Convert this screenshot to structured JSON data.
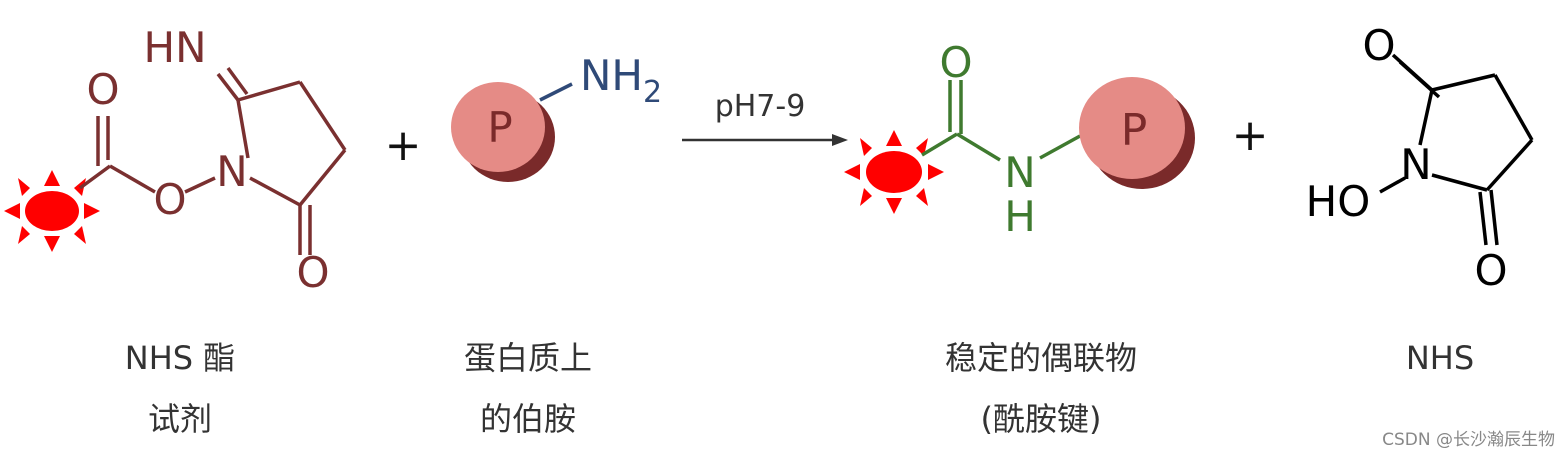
{
  "colors": {
    "nhs_ester": "#7a3030",
    "amine": "#2f4a78",
    "amide": "#3f7a2f",
    "nhs": "#000000",
    "protein_face": "#e58b86",
    "protein_shadow": "#7a2a2a",
    "label_red": "#ff0000",
    "arrow": "#333333",
    "caption": "#333333"
  },
  "reagent": {
    "hn": "HN",
    "o_carbonyl": "O",
    "o_ester": "O",
    "n": "N",
    "o_ring": "O",
    "caption_line1": "NHS 酯",
    "caption_line2": "试剂"
  },
  "plus1": "+",
  "protein": {
    "p_label": "P",
    "nh2": "NH",
    "nh2_sub": "2",
    "caption_line1": "蛋白质上",
    "caption_line2": "的伯胺"
  },
  "arrow": {
    "label": "pH7-9",
    "icon": "right-arrow-icon"
  },
  "product": {
    "o": "O",
    "n": "N",
    "h": "H",
    "p_label": "P",
    "caption_line1": "稳定的偶联物",
    "caption_line2": "(酰胺键)"
  },
  "plus2": "+",
  "nhs": {
    "o_top": "O",
    "n": "N",
    "ho": "HO",
    "o_bottom": "O",
    "caption": "NHS"
  },
  "watermark": "CSDN @长沙瀚辰生物"
}
